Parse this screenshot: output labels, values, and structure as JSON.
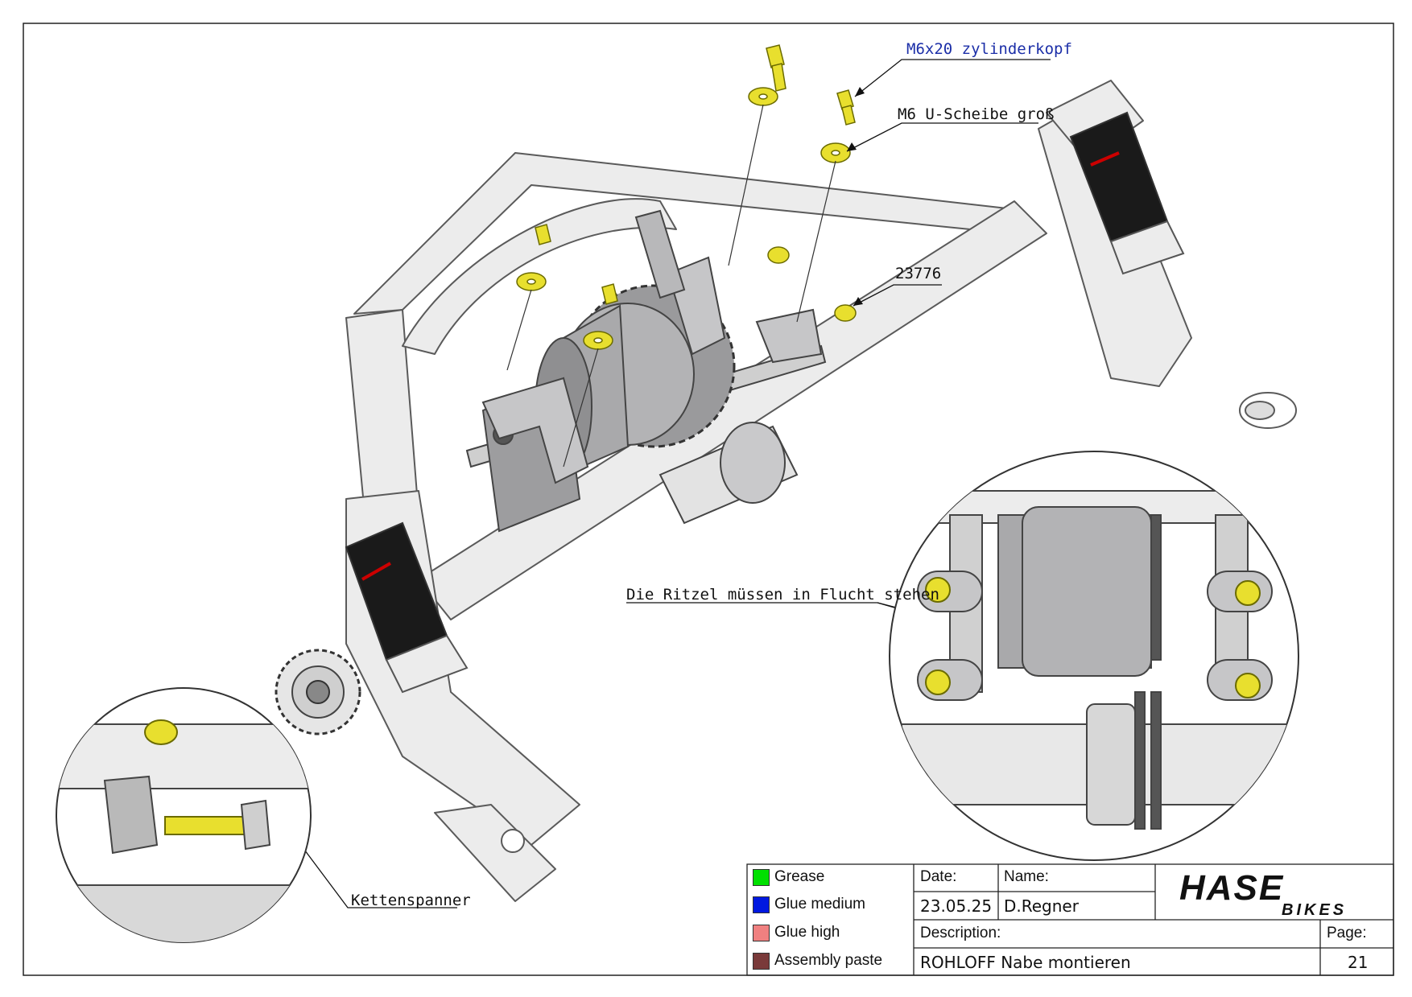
{
  "callouts": {
    "screw": "M6x20 zylinderkopf",
    "washer": "M6 U-Scheibe groß",
    "part": "23776",
    "sprockets": "Die Ritzel müssen in Flucht stehen",
    "tensioner": "Kettenspanner"
  },
  "legend": [
    {
      "label": "Grease",
      "color": "#00e000"
    },
    {
      "label": "Glue medium",
      "color": "#0018e0"
    },
    {
      "label": "Glue high",
      "color": "#f08080"
    },
    {
      "label": "Assembly paste",
      "color": "#7a3a3a"
    }
  ],
  "title_block": {
    "date_label": "Date:",
    "date_value": "23.05.25",
    "name_label": "Name:",
    "name_value": "D.Regner",
    "description_label": "Description:",
    "description_value": "ROHLOFF Nabe montieren",
    "page_label": "Page:",
    "page_value": "21"
  },
  "logo": {
    "main": "HASE",
    "sub": "BIKES"
  },
  "colors": {
    "frame_fill": "#ececec",
    "hub_fill": "#a9a9ab",
    "bolt_yellow": "#e8df2e",
    "callout_blue": "#1c2fa8",
    "shock_label": "#1a1a1a"
  }
}
